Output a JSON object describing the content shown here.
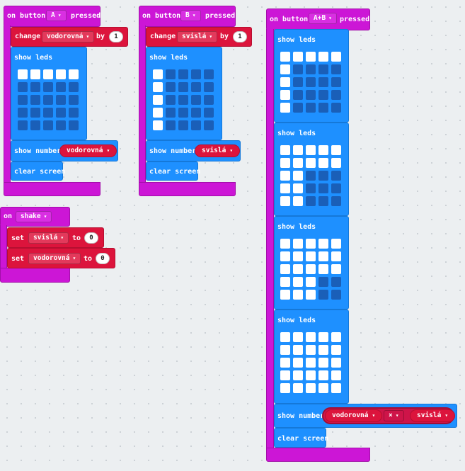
{
  "icons": {
    "dropdown_arrow": "dropdown-arrow-icon"
  },
  "colors": {
    "event": "#cc16d6",
    "basic": "#1e90ff",
    "variables": "#dc143c",
    "led_off": "#1a5fb8",
    "led_on": "#ffffff",
    "workspace": "#eceff1"
  },
  "arrow": "▾",
  "button_a": {
    "on": "on button",
    "button": "A",
    "pressed": "pressed",
    "change": "change",
    "change_var": "vodorovná",
    "by": "by",
    "by_value": "1",
    "show_leds": "show leds",
    "leds": [
      [
        1,
        1,
        1,
        1,
        1
      ],
      [
        0,
        0,
        0,
        0,
        0
      ],
      [
        0,
        0,
        0,
        0,
        0
      ],
      [
        0,
        0,
        0,
        0,
        0
      ],
      [
        0,
        0,
        0,
        0,
        0
      ]
    ],
    "show_number": "show number",
    "number_var": "vodorovná",
    "clear_screen": "clear screen"
  },
  "button_b": {
    "on": "on button",
    "button": "B",
    "pressed": "pressed",
    "change": "change",
    "change_var": "svislá",
    "by": "by",
    "by_value": "1",
    "show_leds": "show leds",
    "leds": [
      [
        1,
        0,
        0,
        0,
        0
      ],
      [
        1,
        0,
        0,
        0,
        0
      ],
      [
        1,
        0,
        0,
        0,
        0
      ],
      [
        1,
        0,
        0,
        0,
        0
      ],
      [
        1,
        0,
        0,
        0,
        0
      ]
    ],
    "show_number": "show number",
    "number_var": "svislá",
    "clear_screen": "clear screen"
  },
  "shake": {
    "on": "on",
    "gesture": "shake",
    "set1": "set",
    "set1_var": "svislá",
    "to1": "to",
    "set1_value": "0",
    "set2": "set",
    "set2_var": "vodorovná",
    "to2": "to",
    "set2_value": "0"
  },
  "button_ab": {
    "on": "on button",
    "button": "A+B",
    "pressed": "pressed",
    "show_leds": [
      "show leds",
      "show leds",
      "show leds",
      "show leds"
    ],
    "frames": [
      [
        [
          1,
          1,
          1,
          1,
          1
        ],
        [
          1,
          0,
          0,
          0,
          0
        ],
        [
          1,
          0,
          0,
          0,
          0
        ],
        [
          1,
          0,
          0,
          0,
          0
        ],
        [
          1,
          0,
          0,
          0,
          0
        ]
      ],
      [
        [
          1,
          1,
          1,
          1,
          1
        ],
        [
          1,
          1,
          1,
          1,
          1
        ],
        [
          1,
          1,
          0,
          0,
          0
        ],
        [
          1,
          1,
          0,
          0,
          0
        ],
        [
          1,
          1,
          0,
          0,
          0
        ]
      ],
      [
        [
          1,
          1,
          1,
          1,
          1
        ],
        [
          1,
          1,
          1,
          1,
          1
        ],
        [
          1,
          1,
          1,
          1,
          1
        ],
        [
          1,
          1,
          1,
          0,
          0
        ],
        [
          1,
          1,
          1,
          0,
          0
        ]
      ],
      [
        [
          1,
          1,
          1,
          1,
          1
        ],
        [
          1,
          1,
          1,
          1,
          1
        ],
        [
          1,
          1,
          1,
          1,
          1
        ],
        [
          1,
          1,
          1,
          1,
          1
        ],
        [
          1,
          1,
          1,
          1,
          1
        ]
      ]
    ],
    "show_number": "show number",
    "left_var": "vodorovná",
    "operator": "×",
    "right_var": "svislá",
    "clear_screen": "clear screen"
  }
}
